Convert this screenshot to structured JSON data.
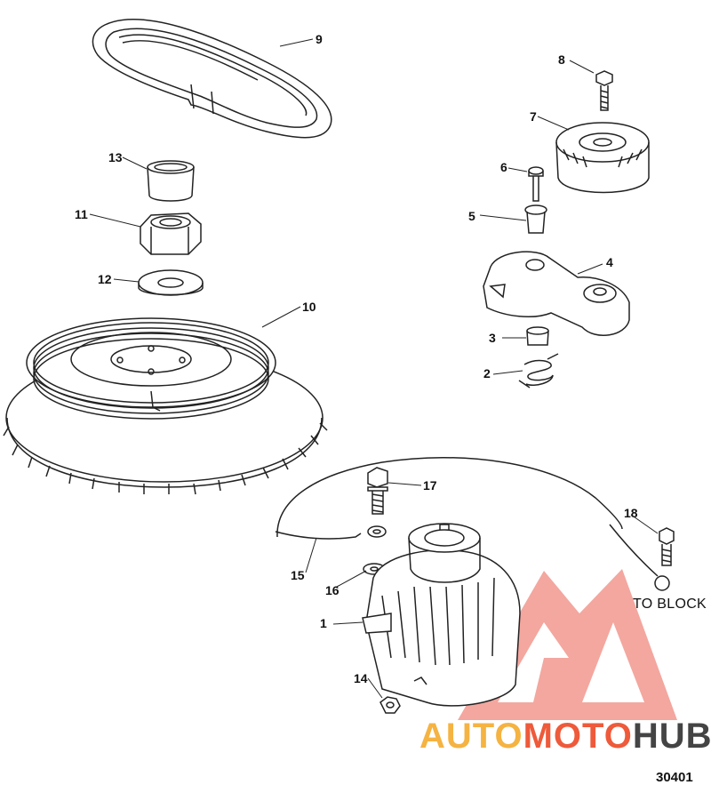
{
  "callouts": {
    "c1": "1",
    "c2": "2",
    "c3": "3",
    "c4": "4",
    "c5": "5",
    "c6": "6",
    "c7": "7",
    "c8": "8",
    "c9": "9",
    "c10": "10",
    "c11": "11",
    "c12": "12",
    "c13": "13",
    "c14": "14",
    "c15": "15",
    "c16": "16",
    "c17": "17",
    "c18": "18"
  },
  "note": "TO BLOCK",
  "figure_id": "30401",
  "watermark": {
    "part1": "AUTO",
    "part2": "MOTO",
    "part3": "HUB",
    "color1": "#f5b342",
    "color2": "#ee5a3a",
    "color3": "#444444",
    "logo_color": "#f08a80"
  }
}
